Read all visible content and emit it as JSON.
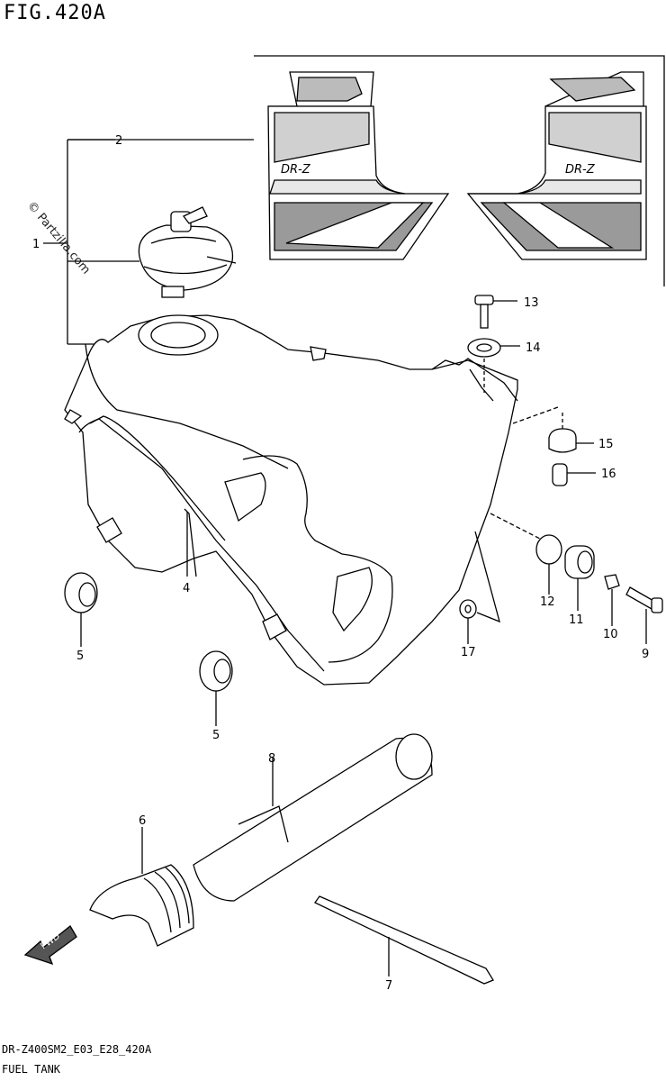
{
  "figure_title": "FIG.420A",
  "watermark": "© Partzilla.com",
  "decal_text_left": "DR-Z",
  "decal_text_right": "DR-Z",
  "fwd_label": "FWD",
  "callouts": {
    "p1": "1",
    "p2": "2",
    "p4": "4",
    "p5a": "5",
    "p5b": "5",
    "p6": "6",
    "p7": "7",
    "p8": "8",
    "p9": "9",
    "p10": "10",
    "p11": "11",
    "p12": "12",
    "p13": "13",
    "p14": "14",
    "p15": "15",
    "p16": "16",
    "p17": "17"
  },
  "footer": {
    "code": "DR-Z400SM2_E03_E28_420A",
    "name": "FUEL TANK"
  }
}
